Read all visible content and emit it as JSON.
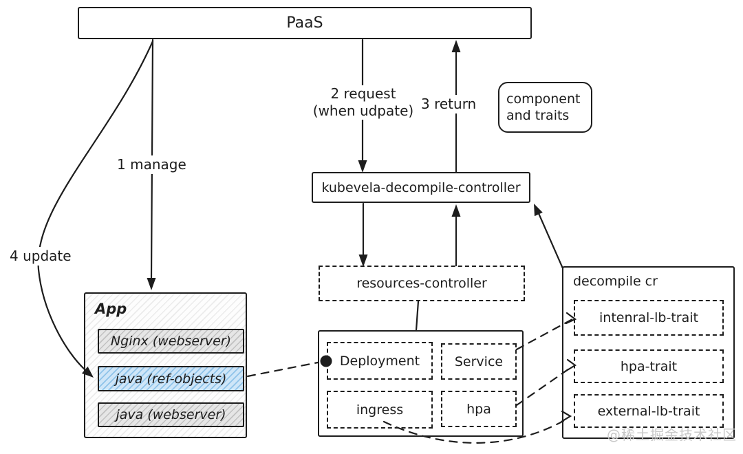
{
  "colors": {
    "ink": "#1d1d1d",
    "row-gray-bg": "#e6e6e6",
    "row-blue-bg": "#cfe6f8",
    "row-blue-hatch": "#8fc3e9",
    "watermark": "#c8c8c8"
  },
  "nodes": {
    "paas": {
      "label": "PaaS"
    },
    "component_traits": {
      "line1": "component",
      "line2": "and traits"
    },
    "kubevela": {
      "label": "kubevela-decompile-controller"
    },
    "resources_controller": {
      "label": "resources-controller"
    },
    "app": {
      "title": "App",
      "rows": [
        {
          "label": "Nginx (webserver)"
        },
        {
          "label": "java (ref-objects)"
        },
        {
          "label": "java (webserver)"
        }
      ]
    },
    "workload": {
      "cells": [
        {
          "label": "Deployment"
        },
        {
          "label": "Service"
        },
        {
          "label": "ingress"
        },
        {
          "label": "hpa"
        }
      ]
    },
    "decompile_cr": {
      "title": "decompile cr",
      "traits": [
        {
          "label": "intenral-lb-trait"
        },
        {
          "label": "hpa-trait"
        },
        {
          "label": "external-lb-trait"
        }
      ]
    }
  },
  "edge_labels": {
    "manage": "1 manage",
    "request": "2 request",
    "request_note": "(when udpate)",
    "return": "3 return",
    "update": "4 update"
  },
  "watermark": "@稀土掘金技术社区"
}
